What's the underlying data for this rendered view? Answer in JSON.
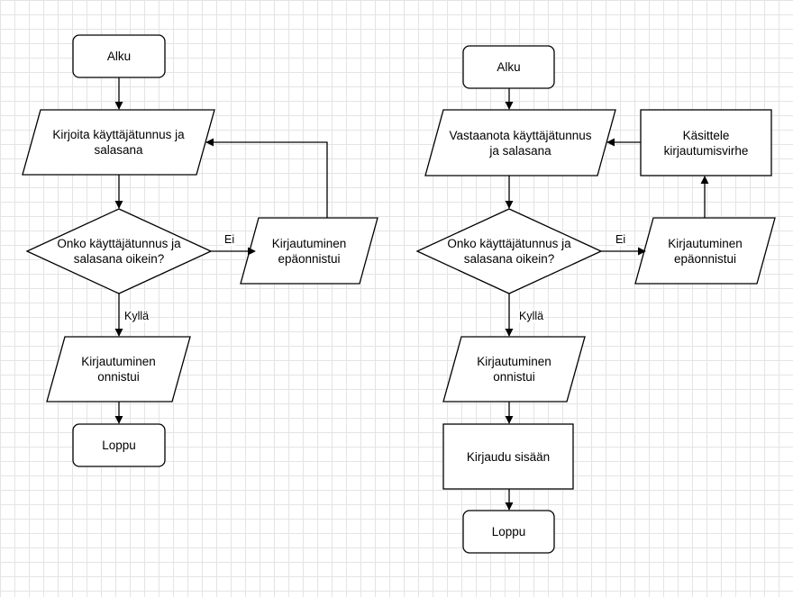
{
  "diagrams": [
    {
      "nodes": {
        "start": "Alku",
        "input": "Kirjoita käyttäjätunnus ja\nsalasana",
        "decision": "Onko käyttäjätunnus ja\nsalasana oikein?",
        "fail": "Kirjautuminen\nepäonnistui",
        "success": "Kirjautuminen\nonnistui",
        "end": "Loppu"
      },
      "edges": {
        "no": "Ei",
        "yes": "Kyllä"
      }
    },
    {
      "nodes": {
        "start": "Alku",
        "input": "Vastaanota käyttäjätunnus\nja salasana",
        "decision": "Onko käyttäjätunnus ja\nsalasana oikein?",
        "fail": "Kirjautuminen\nepäonnistui",
        "handle_error": "Käsittele\nkirjautumisvirhe",
        "success": "Kirjautuminen\nonnistui",
        "login": "Kirjaudu sisään",
        "end": "Loppu"
      },
      "edges": {
        "no": "Ei",
        "yes": "Kyllä"
      }
    }
  ]
}
